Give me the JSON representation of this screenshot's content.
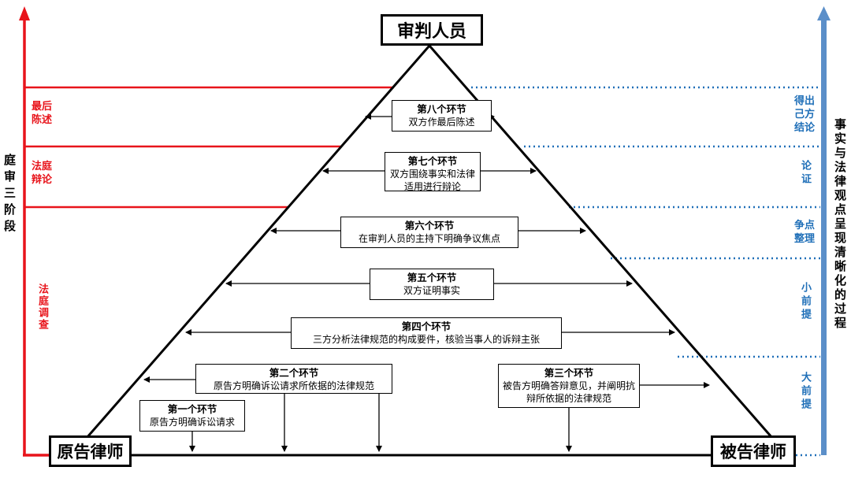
{
  "roles": {
    "judge": "审判人员",
    "plaintiff": "原告律师",
    "defendant": "被告律师"
  },
  "left_axis": {
    "title": "庭审三阶段",
    "stages": [
      "最后陈述",
      "法庭辩论",
      "法庭调查"
    ]
  },
  "right_axis": {
    "title": "事实与法律观点呈现清晰化的过程",
    "labels": [
      "得出己方结论",
      "论证",
      "争点整理",
      "小前提",
      "大前提"
    ]
  },
  "steps": [
    {
      "title": "第一个环节",
      "desc": "原告方明确诉讼请求"
    },
    {
      "title": "第二个环节",
      "desc": "原告方明确诉讼请求所依据的法律规范"
    },
    {
      "title": "第三个环节",
      "desc": "被告方明确答辩意见，并阐明抗辩所依据的法律规范"
    },
    {
      "title": "第四个环节",
      "desc": "三方分析法律规范的构成要件，核验当事人的诉辩主张"
    },
    {
      "title": "第五个环节",
      "desc": "双方证明事实"
    },
    {
      "title": "第六个环节",
      "desc": "在审判人员的主持下明确争议焦点"
    },
    {
      "title": "第七个环节",
      "desc": "双方围绕事实和法律适用进行辩论"
    },
    {
      "title": "第八个环节",
      "desc": "双方作最后陈述"
    }
  ],
  "colors": {
    "red": "#e8141b",
    "blue": "#1f6fb8",
    "black": "#000000"
  }
}
